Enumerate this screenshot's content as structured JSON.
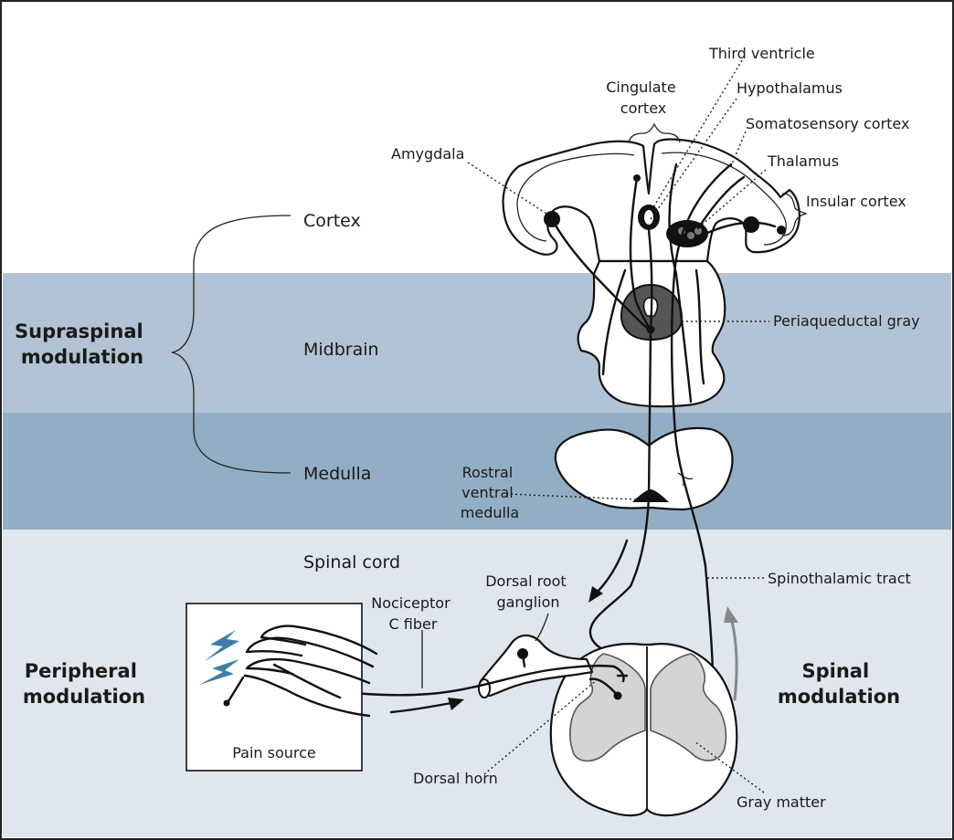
{
  "colors": {
    "cortex_band": "#ffffff",
    "midbrain_band": "#b1c3d4",
    "medulla_band": "#93aec4",
    "spinal_band": "#dfe6ee",
    "gray_matter": "#d4d4d4",
    "pag_fill": "#555555",
    "lightning": "#3d7ea6",
    "ascending_arrow": "#888888"
  },
  "levels": {
    "cortex": "Cortex",
    "midbrain": "Midbrain",
    "medulla": "Medulla",
    "spinal_cord": "Spinal cord"
  },
  "modulation": {
    "supraspinal_line1": "Supraspinal",
    "supraspinal_line2": "modulation",
    "peripheral_line1": "Peripheral",
    "peripheral_line2": "modulation",
    "spinal_line1": "Spinal",
    "spinal_line2": "modulation"
  },
  "labels": {
    "third_ventricle": "Third ventricle",
    "cingulate_line1": "Cingulate",
    "cingulate_line2": "cortex",
    "hypothalamus": "Hypothalamus",
    "somatosensory": "Somatosensory cortex",
    "thalamus": "Thalamus",
    "insular": "Insular cortex",
    "amygdala": "Amygdala",
    "pag": "Periaqueductal gray",
    "rvm_line1": "Rostral",
    "rvm_line2": "ventral",
    "rvm_line3": "medulla",
    "spinothalamic": "Spinothalamic tract",
    "drg_line1": "Dorsal root",
    "drg_line2": "ganglion",
    "nociceptor_line1": "Nociceptor",
    "nociceptor_line2": "C fiber",
    "pain_source": "Pain source",
    "dorsal_horn": "Dorsal horn",
    "gray_matter": "Gray matter"
  },
  "icons": [
    "lightning-icon",
    "hand-icon"
  ]
}
